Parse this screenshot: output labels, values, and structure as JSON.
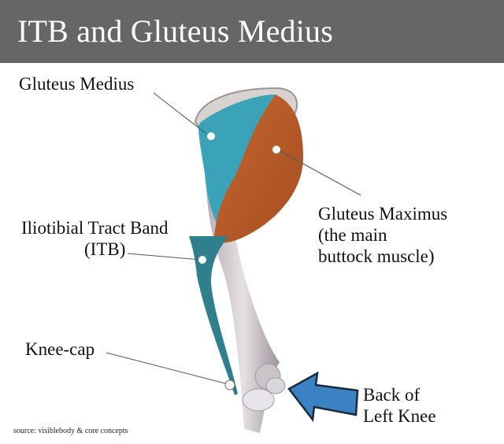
{
  "header": {
    "title": "ITB and Gluteus Medius"
  },
  "labels": {
    "gluteus_medius": "Gluteus Medius",
    "gluteus_maximus": [
      "Gluteus Maximus",
      "(the main",
      "buttock muscle)"
    ],
    "itb": [
      "Iliotibial Tract Band",
      "(ITB)"
    ],
    "knee_cap": "Knee-cap",
    "back_of_knee": [
      "Back of",
      "Left Knee"
    ]
  },
  "source": "source: visiblebody & core concepts",
  "colors": {
    "header_bg": "#666568",
    "gluteus_medius": "#3aa3b8",
    "gluteus_maximus": "#b85a28",
    "itb": "#2f7f8c",
    "bone": "#d9d3d8",
    "arrow": "#3b82c4"
  }
}
